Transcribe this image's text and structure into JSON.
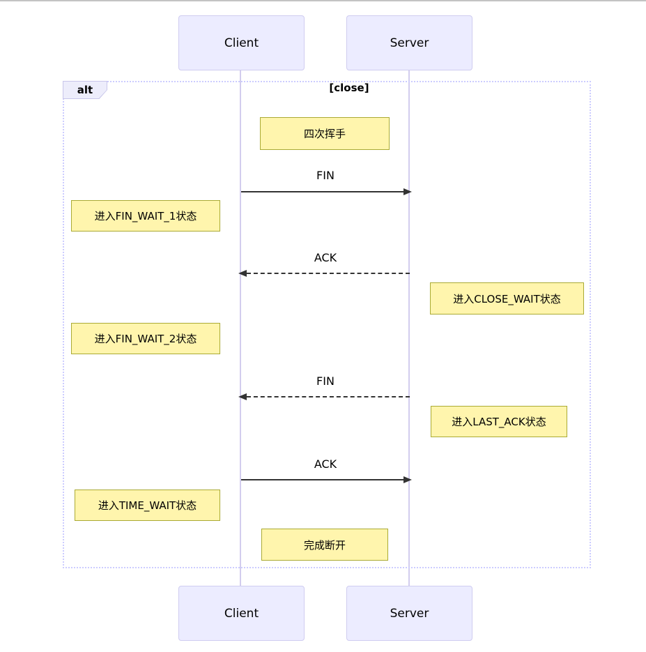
{
  "diagram": {
    "type": "sequence-diagram",
    "participants": [
      {
        "name": "Client"
      },
      {
        "name": "Server"
      }
    ],
    "frame": {
      "label": "alt",
      "guard": "[close]"
    },
    "notes": [
      {
        "text": "四次挥手",
        "position": "over Client,Server"
      },
      {
        "text": "进入FIN_WAIT_1状态",
        "position": "left of Client"
      },
      {
        "text": "进入CLOSE_WAIT状态",
        "position": "right of Server"
      },
      {
        "text": "进入FIN_WAIT_2状态",
        "position": "left of Client"
      },
      {
        "text": "进入LAST_ACK状态",
        "position": "right of Server"
      },
      {
        "text": "进入TIME_WAIT状态",
        "position": "left of Client"
      },
      {
        "text": "完成断开",
        "position": "over Client,Server"
      }
    ],
    "messages": [
      {
        "label": "FIN",
        "from": "Client",
        "to": "Server",
        "line": "solid"
      },
      {
        "label": "ACK",
        "from": "Server",
        "to": "Client",
        "line": "dashed"
      },
      {
        "label": "FIN",
        "from": "Server",
        "to": "Client",
        "line": "dashed"
      },
      {
        "label": "ACK",
        "from": "Client",
        "to": "Server",
        "line": "solid"
      }
    ],
    "colors": {
      "actor_fill": "#ECECFF",
      "actor_border": "#CFCCF0",
      "note_fill": "#FFF5AD",
      "note_border": "#AAAA33",
      "frame_border": "#CCCCFF",
      "message_line": "#333333"
    }
  }
}
